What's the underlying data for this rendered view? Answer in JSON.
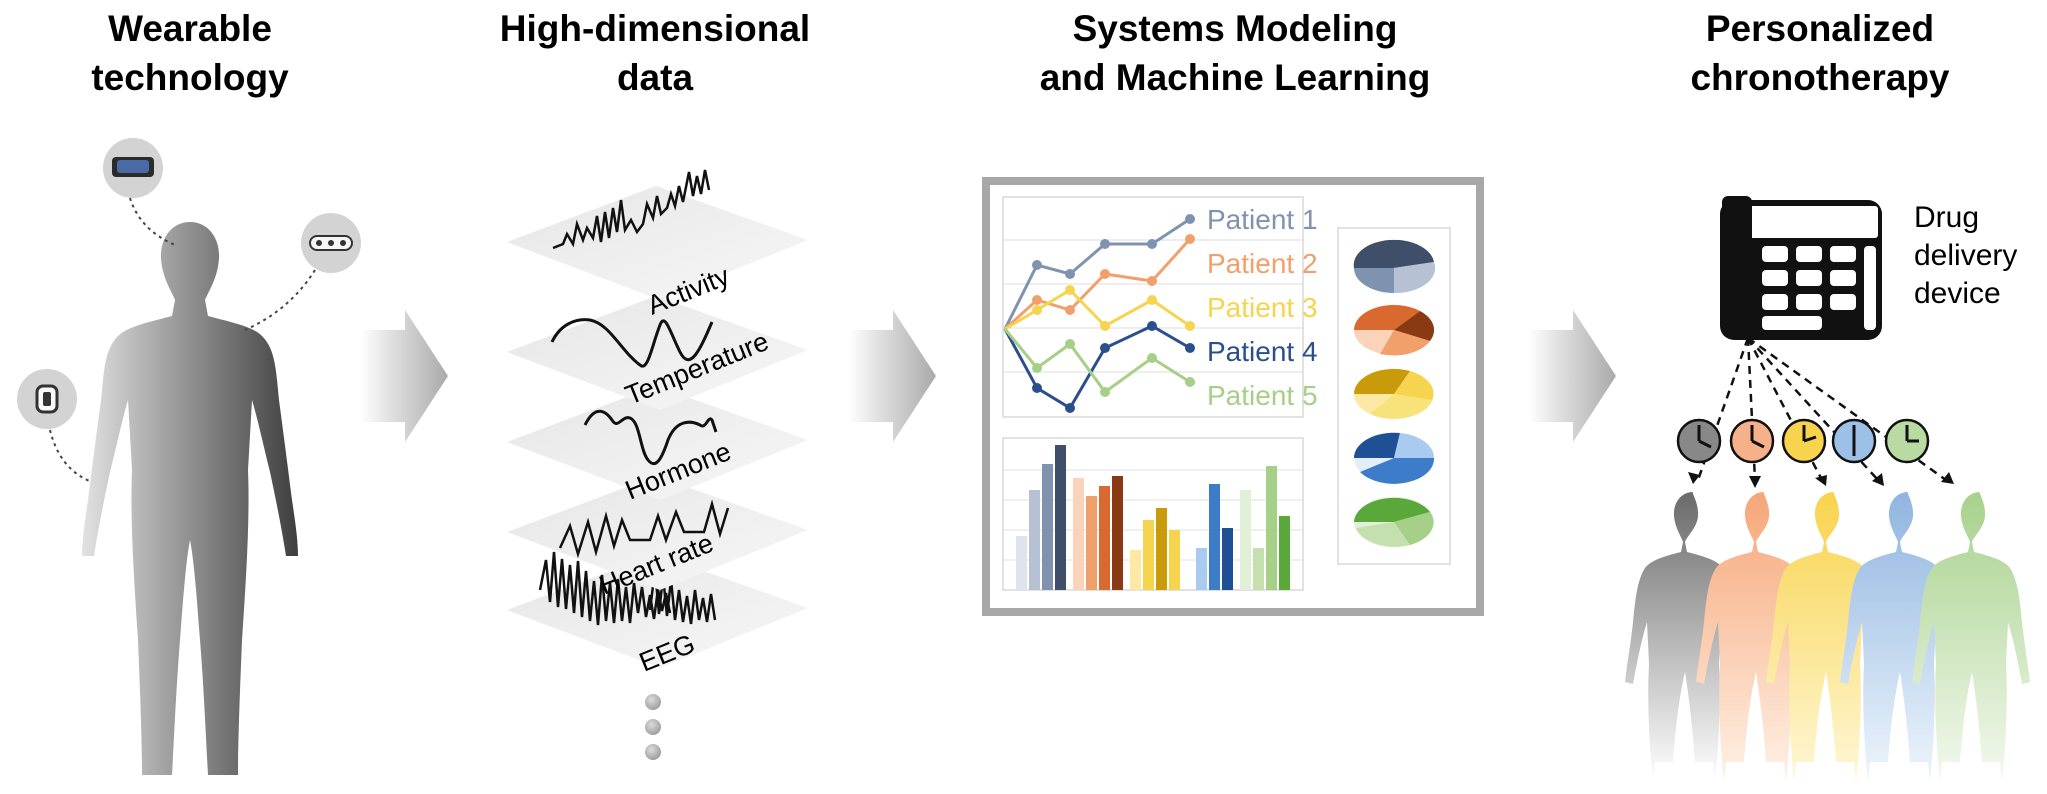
{
  "panels": [
    {
      "title_line1": "Wearable",
      "title_line2": "technology"
    },
    {
      "title_line1": "High-dimensional",
      "title_line2": "data"
    },
    {
      "title_line1": "Systems Modeling",
      "title_line2": "and Machine Learning"
    },
    {
      "title_line1": "Personalized",
      "title_line2": "chronotherapy"
    }
  ],
  "data_layers": [
    "Activity",
    "Temperature",
    "Hormone",
    "Heart rate",
    "EEG"
  ],
  "patients": [
    {
      "label": "Patient 1",
      "color": "#7f93b0"
    },
    {
      "label": "Patient 2",
      "color": "#f2a06b"
    },
    {
      "label": "Patient 3",
      "color": "#f6d44e"
    },
    {
      "label": "Patient 4",
      "color": "#2a4f8c"
    },
    {
      "label": "Patient 5",
      "color": "#a6cf88"
    }
  ],
  "device": {
    "line1": "Drug",
    "line2": "delivery",
    "line3": "device"
  },
  "colors": {
    "arrow": "#b8b8b8",
    "frame": "#a8a8a8",
    "person_gray": "#6d6d6d"
  }
}
